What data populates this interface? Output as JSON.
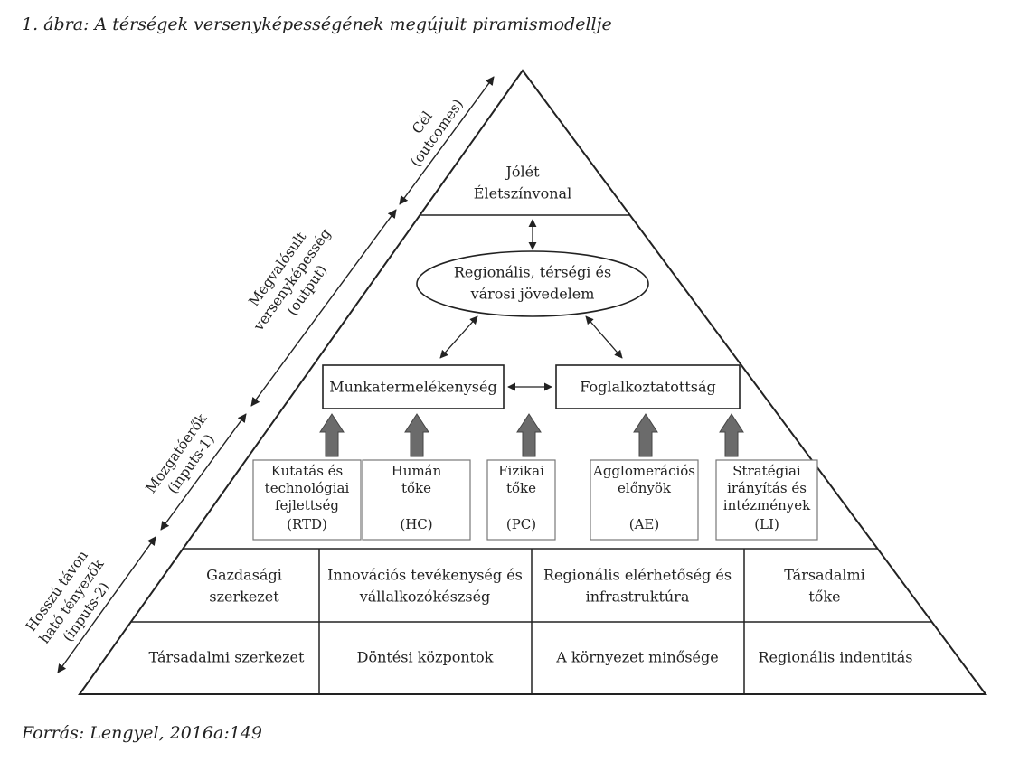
{
  "figure_title": "1. ábra: A térségek versenyképességének megújult piramismodellje",
  "source": "Forrás: Lengyel, 2016a:149",
  "top": [
    "Jólét",
    "Életszínvonal"
  ],
  "income_ellipse": [
    "Regionális, térségi és",
    "városi jövedelem"
  ],
  "output_boxes": [
    "Munkatermelékenység",
    "Foglalkoztatottság"
  ],
  "driver_boxes": [
    {
      "lines": [
        "Kutatás és",
        "technológiai",
        "fejlettség"
      ],
      "abbr": "(RTD)"
    },
    {
      "lines": [
        "Humán",
        "tőke"
      ],
      "abbr": "(HC)"
    },
    {
      "lines": [
        "Fizikai",
        "tőke"
      ],
      "abbr": "(PC)"
    },
    {
      "lines": [
        "Agglomerációs",
        "előnyök"
      ],
      "abbr": "(AE)"
    },
    {
      "lines": [
        "Stratégiai",
        "irányítás és",
        "intézmények"
      ],
      "abbr": "(LI)"
    }
  ],
  "row1": [
    [
      "Gazdasági",
      "szerkezet"
    ],
    [
      "Innovációs tevékenység és",
      "vállalkozókészség"
    ],
    [
      "Regionális elérhetőség és",
      "infrastruktúra"
    ],
    [
      "Társadalmi",
      "tőke"
    ]
  ],
  "row2": [
    "Társadalmi szerkezet",
    "Döntési központok",
    "A környezet minősége",
    "Regionális indentitás"
  ],
  "side_labels": [
    {
      "lines": [
        "Cél",
        "(outcomes)"
      ]
    },
    {
      "lines": [
        "Megvalósult",
        "versenyképesség",
        "(output)"
      ]
    },
    {
      "lines": [
        "Mozgatóerők",
        "(inputs-1)"
      ]
    },
    {
      "lines": [
        "Hosszú távon",
        "ható tényezők",
        "(inputs-2)"
      ]
    }
  ],
  "colors": {
    "line": "#222222",
    "arrow_fill": "#6b6b6b"
  }
}
